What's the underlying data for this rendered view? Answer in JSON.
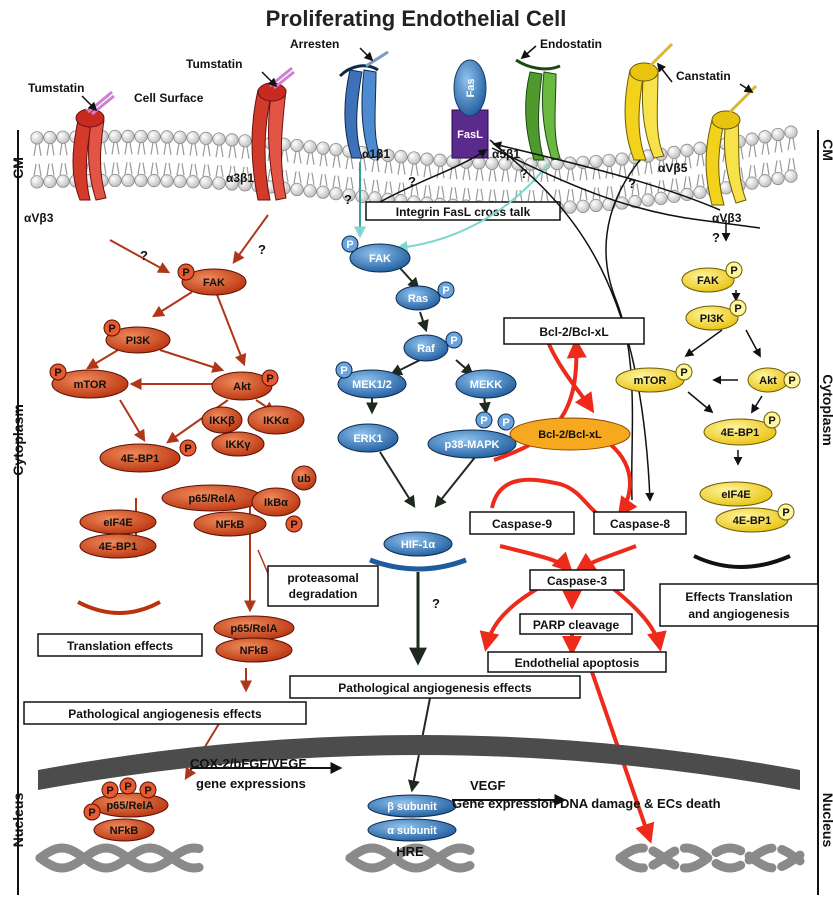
{
  "title": "Proliferating Endothelial Cell",
  "cell_surface": "Cell Surface",
  "side_labels": {
    "cm": "CM",
    "cytoplasm": "Cytoplasm",
    "nucleus": "Nucleus"
  },
  "ligands": {
    "tumstatin_1": "Tumstatin",
    "tumstatin_2": "Tumstatin",
    "arresten": "Arresten",
    "endostatin": "Endostatin",
    "canstatin": "Canstatin"
  },
  "receptors": {
    "avb3_left": "αVβ3",
    "a3b1": "α3β1",
    "a1b1": "α1β1",
    "fas": "Fas",
    "fasl": "FasL",
    "a5b1": "α5β1",
    "avb5": "αVβ5",
    "avb3_right": "αVβ3"
  },
  "question_mark": "?",
  "phospho": "P",
  "ubiquitin": "ub",
  "left_pathway": {
    "fak": "FAK",
    "pi3k": "PI3K",
    "mtor": "mTOR",
    "akt": "Akt",
    "ikkb": "IKKβ",
    "ikka": "IKKα",
    "ikkg": "IKKγ",
    "bp1": "4E-BP1",
    "eif4e": "eIF4E",
    "bp1b": "4E-BP1",
    "p65": "p65/RelA",
    "ikba": "IkBα",
    "nfkb": "NFkB",
    "proteasomal": [
      "proteasomal",
      "degradation"
    ],
    "p65b": "p65/RelA",
    "nfkb2": "NFkB",
    "translation": "Translation effects",
    "patho": "Pathological angiogenesis effects"
  },
  "middle_pathway": {
    "fak": "FAK",
    "ras": "Ras",
    "raf": "Raf",
    "mek": "MEK1/2",
    "mekk": "MEKK",
    "erk": "ERK1",
    "p38": "p38-MAPK",
    "hif": "HIF-1α",
    "crosstalk": "Integrin FasL cross talk",
    "bcl_box": "Bcl-2/Bcl-xL",
    "bcl_oval": "Bcl-2/Bcl-xL",
    "casp9": "Caspase-9",
    "casp8": "Caspase-8",
    "casp3": "Caspase-3",
    "parp": "PARP cleavage",
    "apoptosis": "Endothelial apoptosis",
    "patho": "Pathological angiogenesis effects"
  },
  "right_pathway": {
    "fak": "FAK",
    "pi3k": "PI3K",
    "mtor": "mTOR",
    "akt": "Akt",
    "bp1": "4E-BP1",
    "eif4e": "eIF4E",
    "bp1b": "4E-BP1",
    "effects": [
      "Effects Translation",
      "and angiogenesis"
    ]
  },
  "nucleus": {
    "p65": "p65/RelA",
    "nfkb": "NFkB",
    "gene_left": [
      "COX-2/bFGF/VEGF",
      "gene expressions"
    ],
    "beta": "β subunit",
    "alpha": "α subunit",
    "hre": "HRE",
    "vegf": [
      "VEGF",
      "Gene expression"
    ],
    "dna": "DNA damage & ECs death"
  },
  "colors": {
    "red_pathway": "#c8421a",
    "blue_pathway": "#2d6bb0",
    "yellow_pathway": "#f5d51a",
    "apoptosis_arrow": "#ee2a1a",
    "nucleus_membrane": "#555555",
    "dna": "#808080"
  }
}
